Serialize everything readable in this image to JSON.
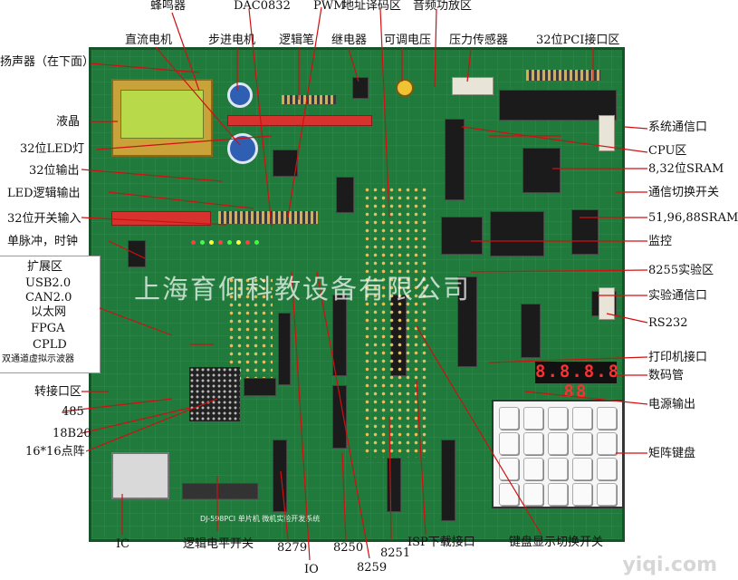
{
  "labels": {
    "buzzer": "蜂鸣器",
    "dac0832": "DAC0832",
    "pwm": "PWM",
    "addr_decode": "地址译码区",
    "audio_amp": "音频功放区",
    "dc_motor": "直流电机",
    "stepper_motor": "步进电机",
    "logic_pen": "逻辑笔",
    "relay": "继电器",
    "adj_voltage": "可调电压",
    "pressure_sensor": "压力传感器",
    "pci32": "32位PCI接口区",
    "speaker": "扬声器（在下面）",
    "lcd": "液晶",
    "sys_comm": "系统通信口",
    "led32": "32位LED灯",
    "cpu": "CPU区",
    "output32": "32位输出",
    "sram832": "8,32位SRAM",
    "led_logic_out": "LED逻辑输出",
    "comm_switch": "通信切换开关",
    "switch_in32": "32位开关输入",
    "sram5196": "51,96,88SRAM",
    "single_pulse": "单脉冲，时钟",
    "monitor": "监控",
    "lab8255": "8255实验区",
    "exp_comm": "实验通信口",
    "rs232": "RS232",
    "printer": "打印机接口",
    "seven_seg": "数码管",
    "power_out": "电源输出",
    "adapter": "转接口区",
    "rs485": "485",
    "ds18b20": "18B20",
    "dotmatrix": "16*16点阵",
    "matrix_keypad": "矩阵键盘",
    "ic": "IC",
    "logic_level": "逻辑电平开关",
    "c8279": "8279",
    "io": "IO",
    "c8250": "8250",
    "c8259": "8259",
    "c8251": "8251",
    "isp": "ISP下载接口",
    "kbd_switch": "键盘显示切换开关"
  },
  "expansion": {
    "title": "扩展区",
    "items": [
      "USB2.0",
      "CAN2.0",
      "以太网",
      "FPGA",
      "CPLD",
      "双通道虚拟示波器"
    ]
  },
  "watermark": "上海育仰科教设备有限公司",
  "corner_watermark": "yiqi.com",
  "board_text": "DJ-598PCI 单片机 微机实验开发系统",
  "seg_display": "8.8.8.8 88",
  "colors": {
    "board": "#1f7a3c",
    "callout_line": "#d01010"
  }
}
